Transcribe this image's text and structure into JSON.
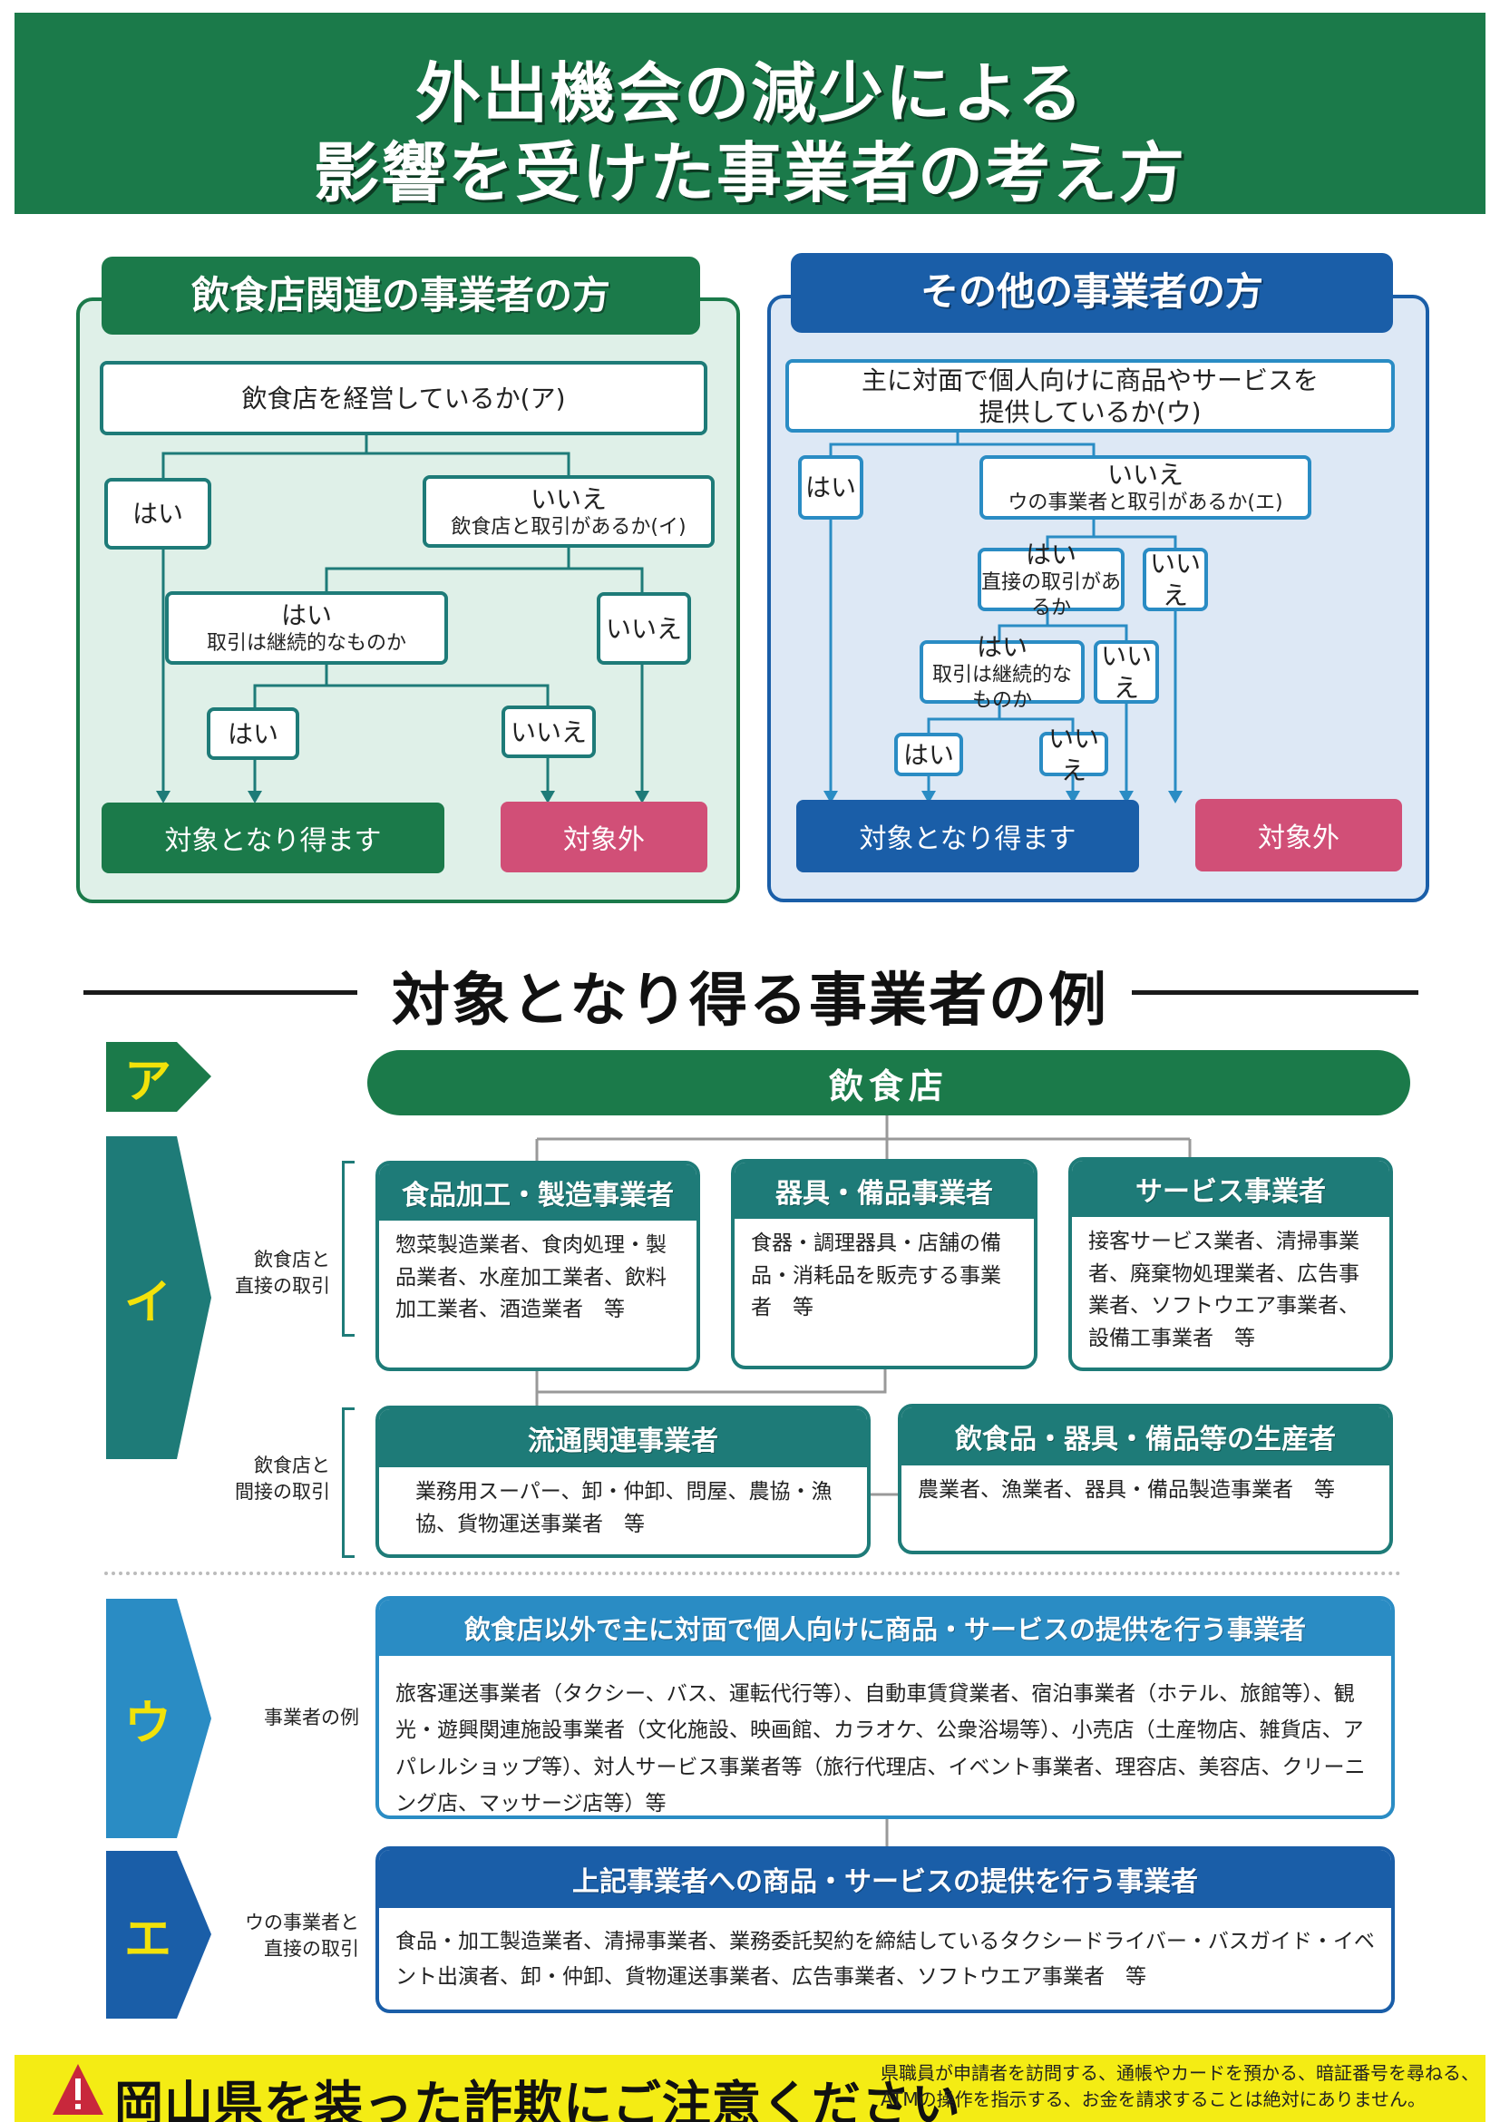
{
  "header": {
    "title_line1": "外出機会の減少による",
    "title_line2": "影響を受けた事業者の考え方"
  },
  "colors": {
    "green": "#1b7a4a",
    "teal": "#1e7b78",
    "blue": "#1a5ea8",
    "sky": "#2a8cc4",
    "red": "#d14f77",
    "yellow": "#f4ec14"
  },
  "flow_restaurant": {
    "title": "飲食店関連の事業者の方",
    "q_a": "飲食店を経営しているか(ア)",
    "yes1": "はい",
    "no1_head": "いいえ",
    "no1_q": "飲食店と取引があるか(イ)",
    "yes2_head": "はい",
    "yes2_q": "取引は継続的なものか",
    "no2": "いいえ",
    "yes3": "はい",
    "no3": "いいえ",
    "result_eligible": "対象となり得ます",
    "result_excluded": "対象外"
  },
  "flow_other": {
    "title": "その他の事業者の方",
    "q_u_line1": "主に対面で個人向けに商品やサービスを",
    "q_u_line2": "提供しているか(ウ)",
    "yes1": "はい",
    "no1_head": "いいえ",
    "no1_q": "ウの事業者と取引があるか(エ)",
    "yes2_head": "はい",
    "yes2_q": "直接の取引があるか",
    "no2": "いいえ",
    "yes3_head": "はい",
    "yes3_q": "取引は継続的なものか",
    "no3": "いいえ",
    "yes4": "はい",
    "no4": "いいえ",
    "result_eligible": "対象となり得ます",
    "result_excluded": "対象外"
  },
  "examples": {
    "section_title": "対象となり得る事業者の例",
    "a": {
      "letter": "ア",
      "label": "飲食店"
    },
    "i": {
      "letter": "イ",
      "direct_label_line1": "飲食店と",
      "direct_label_line2": "直接の取引",
      "indirect_label_line1": "飲食店と",
      "indirect_label_line2": "間接の取引",
      "cards": [
        {
          "title": "食品加工・製造事業者",
          "body": "惣菜製造業者、食肉処理・製品業者、水産加工業者、飲料加工業者、酒造業者　等"
        },
        {
          "title": "器具・備品事業者",
          "body": "食器・調理器具・店舗の備品・消耗品を販売する事業者　等"
        },
        {
          "title": "サービス事業者",
          "body": "接客サービス業者、清掃事業者、廃棄物処理業者、広告事業者、ソフトウエア事業者、設備工事業者　等"
        },
        {
          "title": "流通関連事業者",
          "body": "業務用スーパー、卸・仲卸、問屋、農協・漁協、貨物運送事業者　等"
        },
        {
          "title": "飲食品・器具・備品等の生産者",
          "body": "農業者、漁業者、器具・備品製造事業者　等"
        }
      ]
    },
    "u": {
      "letter": "ウ",
      "label": "事業者の例",
      "title": "飲食店以外で主に対面で個人向けに商品・サービスの提供を行う事業者",
      "body": "旅客運送事業者（タクシー、バス、運転代行等）、自動車賃貸業者、宿泊事業者（ホテル、旅館等）、観光・遊興関連施設事業者（文化施設、映画館、カラオケ、公衆浴場等）、小売店（土産物店、雑貨店、アパレルショップ等）、対人サービス事業者等（旅行代理店、イベント事業者、理容店、美容店、クリーニング店、マッサージ店等）等"
    },
    "e": {
      "letter": "エ",
      "label_line1": "ウの事業者と",
      "label_line2": "直接の取引",
      "title": "上記事業者への商品・サービスの提供を行う事業者",
      "body": "食品・加工製造業者、清掃事業者、業務委託契約を締結しているタクシードライバー・バスガイド・イベント出演者、卸・仲卸、貨物運送事業者、広告事業者、ソフトウエア事業者　等"
    }
  },
  "footer": {
    "icon": "warning-icon",
    "warning": "岡山県を装った詐欺にご注意ください",
    "note_line1": "県職員が申請者を訪問する、通帳やカードを預かる、暗証番号を尋ねる、",
    "note_line2": "ATMの操作を指示する、お金を請求することは絶対にありません。"
  }
}
